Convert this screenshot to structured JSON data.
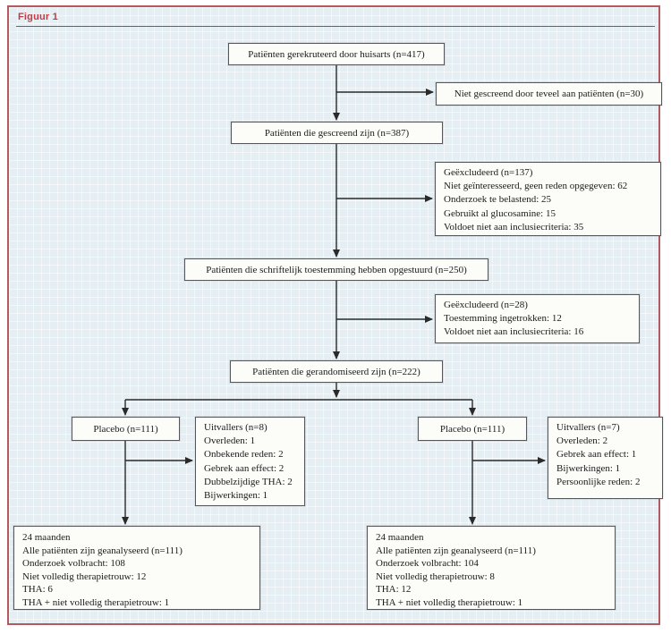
{
  "figure": {
    "label": "Figuur 1",
    "type": "patient-flow-diagram"
  },
  "colors": {
    "frame_border": "#b25a60",
    "figure_label_red": "#c23b44",
    "background_blue": "#e4eef3",
    "box_border": "#56575a",
    "box_background": "#fcfcf9",
    "arrow": "#2a2a2a"
  },
  "boxes": {
    "recruited": {
      "text": "Patiënten gerekruteerd door huisarts (n=417)"
    },
    "not_screened": {
      "text": "Niet gescreend door teveel aan patiënten (n=30)"
    },
    "screened": {
      "text": "Patiënten die gescreend zijn (n=387)"
    },
    "excluded_137": {
      "lines": [
        "Geëxcludeerd (n=137)",
        "Niet geïnteresseerd, geen reden opgegeven: 62",
        "Onderzoek te belastend: 25",
        "Gebruikt al glucosamine: 15",
        "Voldoet niet aan inclusiecriteria: 35"
      ]
    },
    "consent": {
      "text": "Patiënten die schriftelijk toestemming hebben opgestuurd (n=250)"
    },
    "excluded_28": {
      "lines": [
        "Geëxcludeerd (n=28)",
        "Toestemming ingetrokken: 12",
        "Voldoet niet aan inclusiecriteria: 16"
      ]
    },
    "randomized": {
      "text": "Patiënten die gerandomiseerd zijn (n=222)"
    },
    "placebo_left": {
      "text": "Placebo (n=111)"
    },
    "dropouts_left": {
      "lines": [
        "Uitvallers (n=8)",
        "Overleden: 1",
        "Onbekende reden: 2",
        "Gebrek aan effect: 2",
        "Dubbelzijdige THA: 2",
        "Bijwerkingen: 1"
      ]
    },
    "placebo_right": {
      "text": "Placebo (n=111)"
    },
    "dropouts_right": {
      "lines": [
        "Uitvallers (n=7)",
        "Overleden: 2",
        "Gebrek aan effect: 1",
        "Bijwerkingen: 1",
        "Persoonlijke reden: 2"
      ]
    },
    "outcome_left": {
      "lines": [
        "24 maanden",
        "Alle patiënten zijn geanalyseerd (n=111)",
        "Onderzoek volbracht: 108",
        "Niet volledig therapietrouw: 12",
        "THA: 6",
        "THA + niet volledig therapietrouw: 1"
      ]
    },
    "outcome_right": {
      "lines": [
        "24 maanden",
        "Alle patiënten zijn geanalyseerd (n=111)",
        "Onderzoek volbracht: 104",
        "Niet volledig therapietrouw: 8",
        "THA: 12",
        "THA + niet volledig therapietrouw: 1"
      ]
    }
  }
}
